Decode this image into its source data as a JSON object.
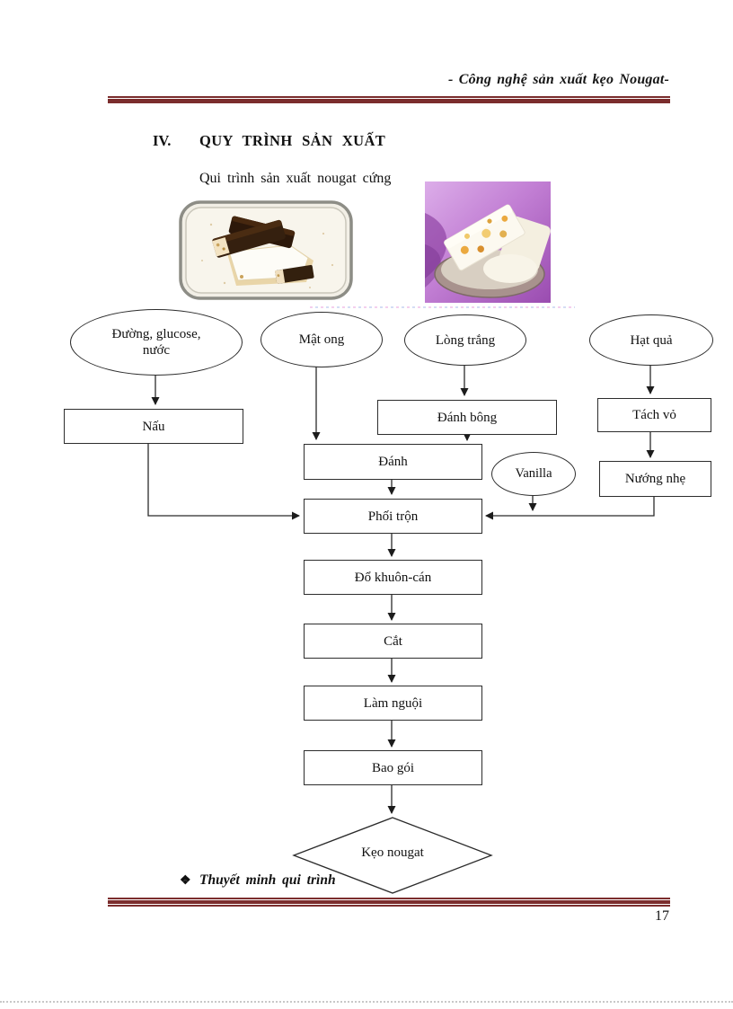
{
  "header": {
    "title": "- Công nghệ sản xuất kẹo Nougat-",
    "page_number": "17"
  },
  "section": {
    "numeral": "IV.",
    "title": "QUY TRÌNH SẢN XUẤT",
    "subtitle": "Qui trình sản xuất nougat cứng",
    "note_bullet": "❖",
    "note": "Thuyết minh qui trình"
  },
  "flowchart": {
    "ellipse_sugar_line1": "Đường, glucose,",
    "ellipse_sugar_line2": "nước",
    "ellipse_honey": "Mật ong",
    "ellipse_egg_white": "Lòng trắng",
    "ellipse_fruit_nuts": "Hạt quả",
    "ellipse_vanilla": "Vanilla",
    "box_cook": "Nấu",
    "box_whip": "Đánh bông",
    "box_peel": "Tách vỏ",
    "box_beat": "Đánh",
    "box_light_roast": "Nướng nhẹ",
    "box_mix": "Phối trộn",
    "box_mold_roll": "Đổ khuôn-cán",
    "box_cut": "Cắt",
    "box_cool": "Làm nguội",
    "box_pack": "Bao gói",
    "diamond_product": "Kẹo nougat"
  },
  "colors": {
    "rule": "#7b2d2d",
    "ink": "#111111"
  }
}
